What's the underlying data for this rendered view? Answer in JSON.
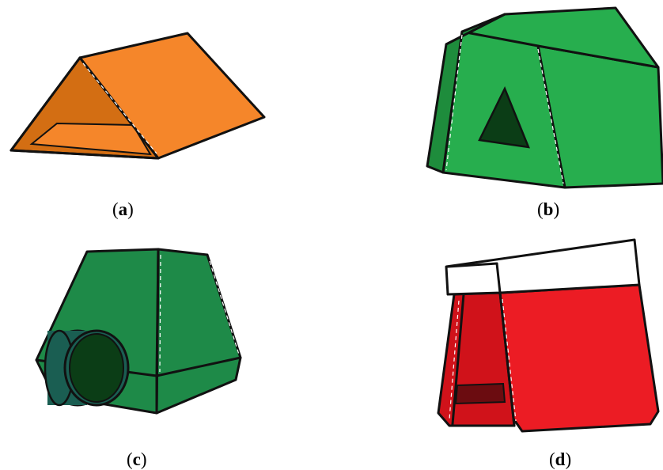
{
  "figures": [
    {
      "id": "a",
      "shape": "triangular tent",
      "colors": {
        "main": "#F5862A",
        "shade": "#D36E13"
      }
    },
    {
      "id": "b",
      "shape": "dome tent with triangular window",
      "colors": {
        "main": "#27AE4E",
        "shade": "#1E8C3C",
        "window": "#0B3D16"
      }
    },
    {
      "id": "c",
      "shape": "cylindrical-entrance shelter",
      "colors": {
        "main": "#1E8A48",
        "shade": "#15733A",
        "entrance": "#0B3D16",
        "ring": "#1A5E52"
      }
    },
    {
      "id": "d",
      "shape": "wedge tent with white top band",
      "colors": {
        "main": "#EC1C24",
        "shade": "#D0121A",
        "band": "#FFFFFF",
        "door": "#6B0C10"
      }
    }
  ],
  "captions": {
    "a": {
      "open": "(",
      "letter": "a",
      "close": ")"
    },
    "b": {
      "open": "(",
      "letter": "b",
      "close": ")"
    },
    "c": {
      "open": "(",
      "letter": "c",
      "close": ")"
    },
    "d": {
      "open": "(",
      "letter": "d",
      "close": ")"
    }
  }
}
